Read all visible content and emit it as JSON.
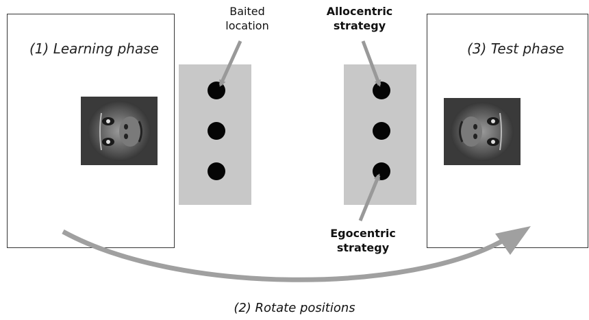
{
  "panels": {
    "learning": {
      "title": "(1) Learning phase"
    },
    "test": {
      "title": "(3) Test phase"
    }
  },
  "labels": {
    "baited": "Baited\nlocation",
    "allocentric": "Allocentric\nstrategy",
    "egocentric": "Egocentric\nstrategy",
    "rotate": "(2) Rotate positions"
  },
  "colors": {
    "board": "#c8c8c8",
    "well": "#050505",
    "arrow": "#999999",
    "panel_border": "#333333"
  },
  "icons": {
    "left_photo": "chimpanzee-face-photo",
    "right_photo": "chimpanzee-face-photo-rotated"
  }
}
